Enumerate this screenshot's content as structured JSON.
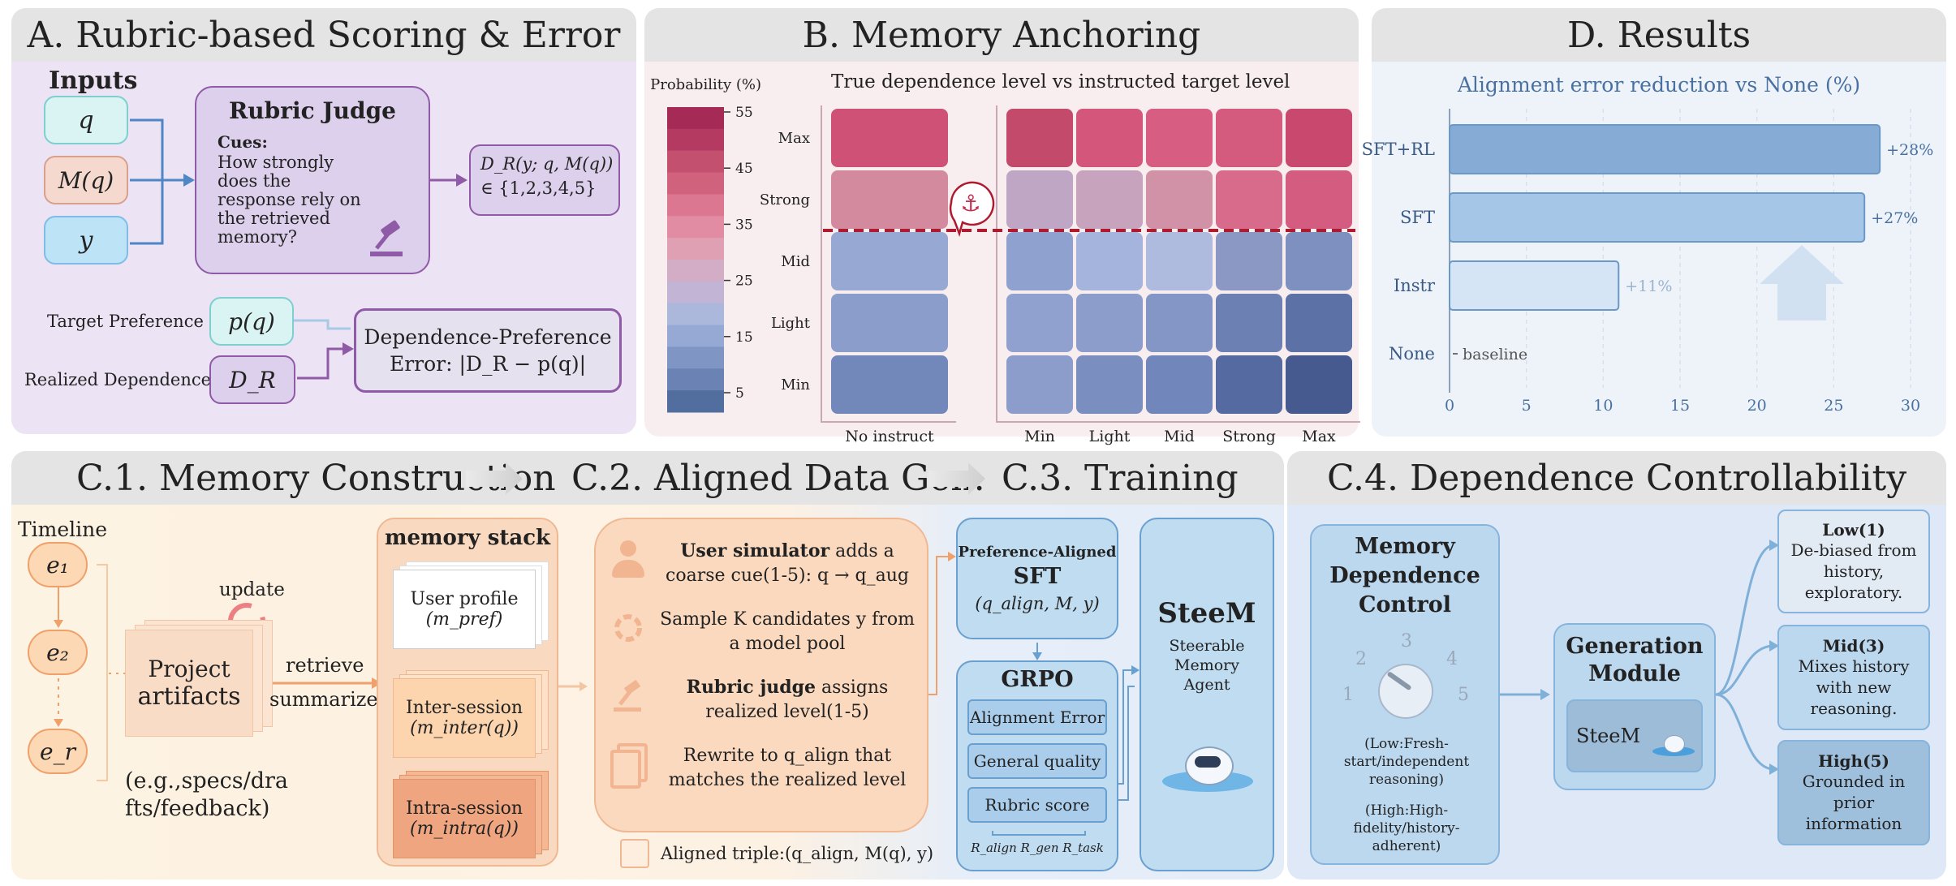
{
  "panelA": {
    "title": "A. Rubric-based Scoring & Error",
    "inputs_label": "Inputs",
    "inputs": [
      "q",
      "M(q)",
      "y"
    ],
    "judge_title": "Rubric Judge",
    "cues_label": "Cues:",
    "cues_text": "How strongly does the response rely on the retrieved memory?",
    "judge_icon": "gavel-icon",
    "output_line1": "D_R(y; q, M(q))",
    "output_line2": "∈ {1,2,3,4,5}",
    "target_label": "Target Preference",
    "target_box": "p(q)",
    "realized_label": "Realized Dependence",
    "realized_box": "D_R",
    "error_line1": "Dependence-Preference",
    "error_line2": "Error: |D_R − p(q)|"
  },
  "panelB": {
    "title": "B. Memory Anchoring",
    "colorbar_title": "Probability (%)",
    "colorbar_ticks": [
      "55",
      "45",
      "35",
      "25",
      "15",
      "5"
    ],
    "heatmap_title": "True dependence level vs instructed target level",
    "row_labels": [
      "Max",
      "Strong",
      "Mid",
      "Light",
      "Min"
    ],
    "col_label_left": "No instruct",
    "col_labels": [
      "Min",
      "Light",
      "Mid",
      "Strong",
      "Max"
    ],
    "anchor_icon": "anchor-icon",
    "cells_left": [
      "#cf5276",
      "#d48a9e",
      "#97a8d2",
      "#8b9dcb",
      "#7388ba"
    ],
    "cells_right": [
      [
        "#c44a6c",
        "#d4577b",
        "#d85d82",
        "#d45a7e",
        "#c8496d"
      ],
      [
        "#bfa6c4",
        "#c8a3bd",
        "#d192a8",
        "#d86b8c",
        "#d45c80"
      ],
      [
        "#8fa1cf",
        "#a4b4dc",
        "#aebbdf",
        "#8b98c4",
        "#7d90c0"
      ],
      [
        "#90a1cf",
        "#8c9dcb",
        "#8396c6",
        "#6d80b4",
        "#5c71a6"
      ],
      [
        "#8c9dcc",
        "#7a8ec0",
        "#7186ba",
        "#556aa0",
        "#465a90"
      ]
    ]
  },
  "panelD": {
    "title": "D. Results",
    "chart_data": {
      "type": "bar",
      "title": "Alignment error reduction vs None (%)",
      "categories": [
        "SFT+RL",
        "SFT",
        "Instr",
        "None"
      ],
      "values": [
        28,
        27,
        11,
        0
      ],
      "value_labels": [
        "+28%",
        "+27%",
        "+11%",
        "baseline"
      ],
      "xlim": [
        0,
        30
      ],
      "xticks": [
        "0",
        "5",
        "10",
        "15",
        "20",
        "25",
        "30"
      ],
      "colors": [
        "#86acd6",
        "#a6c6e8",
        "#d5e5f5",
        "#ffffff"
      ]
    }
  },
  "panelC": {
    "c1_title": "C.1. Memory Construction",
    "c2_title": "C.2. Aligned Data Gen.",
    "c3_title": "C.3. Training",
    "timeline_label": "Timeline",
    "timeline_nodes": [
      "e₁",
      "e₂",
      "e_r"
    ],
    "update_label": "update",
    "artifacts_line1": "Project",
    "artifacts_line2": "artifacts",
    "artifacts_examples": "(e.g.,specs/dra fts/feedback)",
    "retrieve_label": "retrieve",
    "summarize_label": "summarize",
    "memory_stack_title": "memory stack",
    "memory_items": [
      {
        "label": "User profile",
        "symbol": "(m_pref)"
      },
      {
        "label": "Inter-session",
        "symbol": "(m_inter(q))"
      },
      {
        "label": "Intra-session",
        "symbol": "(m_intra(q))"
      }
    ],
    "steps": [
      {
        "bold": "User simulator",
        "rest": " adds a coarse cue(1-5): q → q_aug"
      },
      {
        "bold": "",
        "rest": "Sample K candidates y from a model pool"
      },
      {
        "bold": "Rubric judge",
        "rest": " assigns realized level(1-5)"
      },
      {
        "bold": "",
        "rest": "Rewrite to q_align that matches the realized level"
      }
    ],
    "aligned_triple": "Aligned triple:(q_align, M(q), y)",
    "sft_line1": "Preference-Aligned",
    "sft_line2": "SFT",
    "sft_line3": "(q_align, M, y)",
    "grpo_title": "GRPO",
    "grpo_items": [
      "Alignment Error",
      "General quality",
      "Rubric score"
    ],
    "reward_labels": "R_align R_gen R_task",
    "steem_title": "SteeM",
    "steem_sub": "Steerable Memory Agent"
  },
  "panelC4": {
    "title": "C.4. Dependence Controllability",
    "control_title": "Memory Dependence Control",
    "dial_numbers": [
      "1",
      "2",
      "3",
      "4",
      "5"
    ],
    "low_desc": "(Low:Fresh-start/independent reasoning)",
    "high_desc": "(High:High-fidelity/history-adherent)",
    "gen_title": "Generation Module",
    "gen_inner": "SteeM",
    "outputs": [
      {
        "level": "Low(1)",
        "desc": "De-biased from history, exploratory."
      },
      {
        "level": "Mid(3)",
        "desc": "Mixes history with new reasoning."
      },
      {
        "level": "High(5)",
        "desc": "Grounded in prior information"
      }
    ]
  }
}
